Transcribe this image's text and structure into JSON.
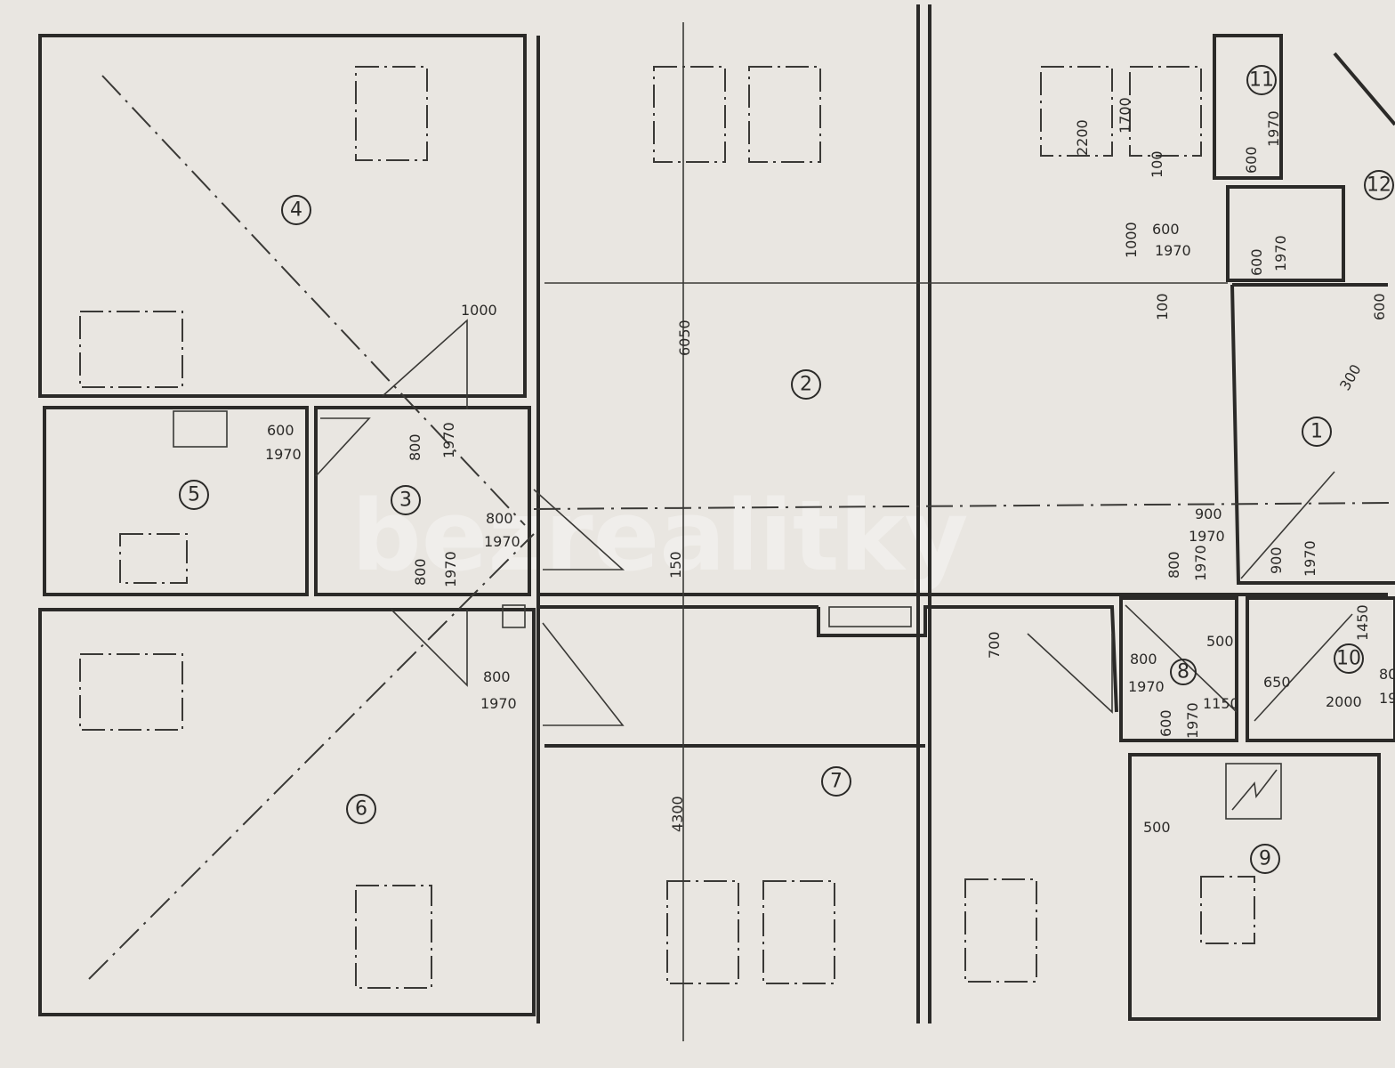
{
  "watermark": "bezrealitky",
  "colors": {
    "paper": "#e9e6e1",
    "ink": "#2b2a28"
  },
  "rooms": [
    "4",
    "2",
    "3",
    "5",
    "1",
    "7",
    "6",
    "8",
    "10",
    "9",
    "11",
    "12"
  ],
  "dimensions": [
    "1000",
    "6050",
    "2200",
    "1700",
    "1000",
    "100",
    "600",
    "1970",
    "100",
    "600",
    "1970",
    "600",
    "1970",
    "600",
    "600",
    "1970",
    "800",
    "1970",
    "800",
    "1970",
    "800",
    "1970",
    "150",
    "800",
    "1970",
    "4300",
    "700",
    "900",
    "1970",
    "800",
    "1970",
    "900",
    "1970",
    "1450",
    "500",
    "800",
    "1970",
    "650",
    "2000",
    "1150",
    "600",
    "1970",
    "500",
    "80",
    "19",
    "300"
  ]
}
